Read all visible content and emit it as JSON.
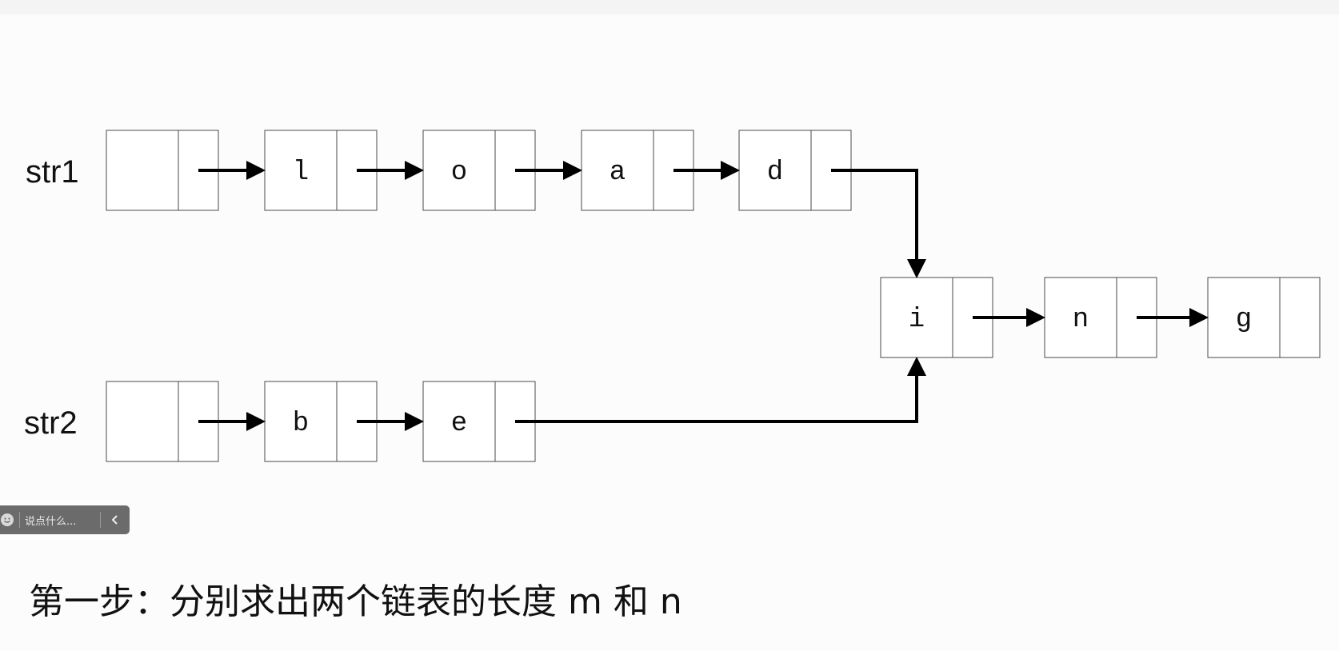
{
  "lists": [
    {
      "label": "str1"
    },
    {
      "label": "str2"
    }
  ],
  "nodes": [
    {
      "id": "s1-head",
      "value": ""
    },
    {
      "id": "s1-l",
      "value": "l"
    },
    {
      "id": "s1-o",
      "value": "o"
    },
    {
      "id": "s1-a",
      "value": "a"
    },
    {
      "id": "s1-d",
      "value": "d"
    },
    {
      "id": "s2-head",
      "value": ""
    },
    {
      "id": "s2-b",
      "value": "b"
    },
    {
      "id": "s2-e",
      "value": "e"
    },
    {
      "id": "c-i",
      "value": "i"
    },
    {
      "id": "c-n",
      "value": "n"
    },
    {
      "id": "c-g",
      "value": "g"
    }
  ],
  "edges": [
    {
      "from": "s1-head",
      "to": "s1-l"
    },
    {
      "from": "s1-l",
      "to": "s1-o"
    },
    {
      "from": "s1-o",
      "to": "s1-a"
    },
    {
      "from": "s1-a",
      "to": "s1-d"
    },
    {
      "from": "s1-d",
      "to": "c-i"
    },
    {
      "from": "s2-head",
      "to": "s2-b"
    },
    {
      "from": "s2-b",
      "to": "s2-e"
    },
    {
      "from": "s2-e",
      "to": "c-i"
    },
    {
      "from": "c-i",
      "to": "c-n"
    },
    {
      "from": "c-n",
      "to": "c-g"
    }
  ],
  "comment_bar": {
    "placeholder": "说点什么...",
    "smile_icon": "smile-icon",
    "collapse_icon": "chevron-left-icon"
  },
  "caption": "第一步：分别求出两个链表的长度 m 和 n"
}
